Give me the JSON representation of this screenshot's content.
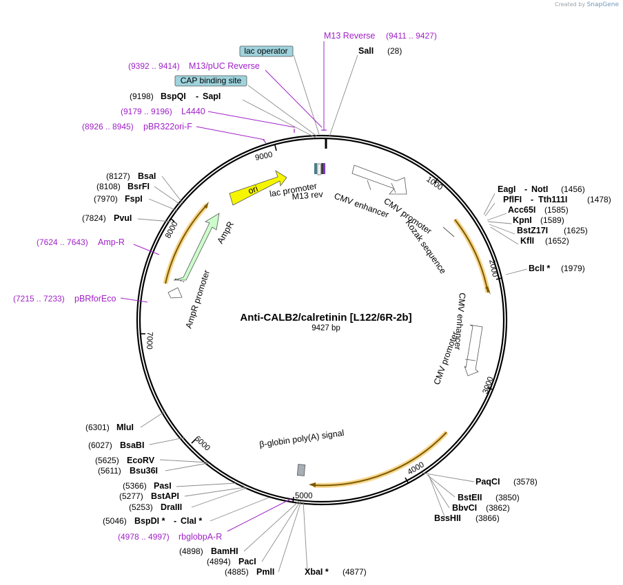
{
  "credit": {
    "prefix": "Created by",
    "brand": "SnapGene"
  },
  "plasmid": {
    "name": "Anti-CALB2/calretinin [L122/6R-2b]",
    "length_label": "9427 bp"
  },
  "ticks": [
    "1000",
    "2000",
    "3000",
    "4000",
    "5000",
    "6000",
    "7000",
    "8000",
    "9000"
  ],
  "labeled_features": {
    "lac_operator": "lac operator",
    "cap_site": "CAP binding site"
  },
  "features": {
    "ori": "ori",
    "ampr": "AmpR",
    "ampr_promoter": "AmpR promoter",
    "lac_promoter": "lac promoter",
    "m13_rev": "M13 rev",
    "cmv_enhancer_1": "CMV enhancer",
    "cmv_promoter_1": "CMV promoter",
    "kozak": "Kozak sequence",
    "cmv_enhancer_2": "CMV enhancer",
    "cmv_promoter_2": "CMV promoter",
    "polya": "β-globin poly(A) signal"
  },
  "enzymes": [
    {
      "id": "sali",
      "name": "SalI",
      "pos": "(28)"
    },
    {
      "id": "bspqi",
      "name": "BspQI",
      "sep": "-",
      "name2": "SapI",
      "pos": "(9198)"
    },
    {
      "id": "eagi",
      "name": "EagI",
      "sep": "-",
      "name2": "NotI",
      "pos": "(1456)"
    },
    {
      "id": "pflfi",
      "name": "PflFI",
      "sep": "-",
      "name2": "Tth111I",
      "pos": "(1478)"
    },
    {
      "id": "acc65i",
      "name": "Acc65I",
      "pos": "(1585)"
    },
    {
      "id": "kpni",
      "name": "KpnI",
      "pos": "(1589)"
    },
    {
      "id": "bstz17i",
      "name": "BstZ17I",
      "pos": "(1625)"
    },
    {
      "id": "kfli",
      "name": "KflI",
      "pos": "(1652)"
    },
    {
      "id": "bcli",
      "name": "BclI *",
      "pos": "(1979)"
    },
    {
      "id": "bsai",
      "name": "BsaI",
      "pos": "(8127)"
    },
    {
      "id": "bsrfi",
      "name": "BsrFI",
      "pos": "(8108)"
    },
    {
      "id": "fspi",
      "name": "FspI",
      "pos": "(7970)"
    },
    {
      "id": "pvui",
      "name": "PvuI",
      "pos": "(7824)"
    },
    {
      "id": "mlui",
      "name": "MluI",
      "pos": "(6301)"
    },
    {
      "id": "bsabi",
      "name": "BsaBI",
      "pos": "(6027)"
    },
    {
      "id": "ecorv",
      "name": "EcoRV",
      "pos": "(5625)"
    },
    {
      "id": "bsu36i",
      "name": "Bsu36I",
      "pos": "(5611)"
    },
    {
      "id": "pasi",
      "name": "PasI",
      "pos": "(5366)"
    },
    {
      "id": "bstapi",
      "name": "BstAPI",
      "pos": "(5277)"
    },
    {
      "id": "draiii",
      "name": "DraIII",
      "pos": "(5253)"
    },
    {
      "id": "bspdi",
      "name": "BspDI *",
      "sep": "-",
      "name2": "ClaI *",
      "pos": "(5046)"
    },
    {
      "id": "bamhi",
      "name": "BamHI",
      "pos": "(4898)"
    },
    {
      "id": "paci",
      "name": "PacI",
      "pos": "(4894)"
    },
    {
      "id": "pmli",
      "name": "PmlI",
      "pos": "(4885)"
    },
    {
      "id": "xbai",
      "name": "XbaI *",
      "pos": "(4877)"
    },
    {
      "id": "paqci",
      "name": "PaqCI",
      "pos": "(3578)"
    },
    {
      "id": "bsteii",
      "name": "BstEII",
      "pos": "(3850)"
    },
    {
      "id": "bbvci",
      "name": "BbvCI",
      "pos": "(3862)"
    },
    {
      "id": "bsshii",
      "name": "BssHII",
      "pos": "(3866)"
    }
  ],
  "primers": [
    {
      "id": "m13rev",
      "name": "M13 Reverse",
      "range": "(9411 .. 9427)"
    },
    {
      "id": "m13puc",
      "name": "M13/pUC Reverse",
      "range": "(9392 .. 9414)"
    },
    {
      "id": "l4440",
      "name": "L4440",
      "range": "(9179 .. 9196)"
    },
    {
      "id": "pbr322",
      "name": "pBR322ori-F",
      "range": "(8926 .. 8945)"
    },
    {
      "id": "ampr",
      "name": "Amp-R",
      "range": "(7624 .. 7643)"
    },
    {
      "id": "pbrforeco",
      "name": "pBRforEco",
      "range": "(7215 .. 7233)"
    },
    {
      "id": "rbglobpa",
      "name": "rbglobpA-R",
      "range": "(4978 .. 4997)"
    }
  ],
  "colors": {
    "backbone": "#000000",
    "primer": "#a020c8",
    "ori": "#f5f500",
    "ampr": "#ccffcc",
    "orf_highlight": "#f7d58c",
    "orf_arrow": "#7a5a00",
    "label_box": "#9fd3dd"
  }
}
